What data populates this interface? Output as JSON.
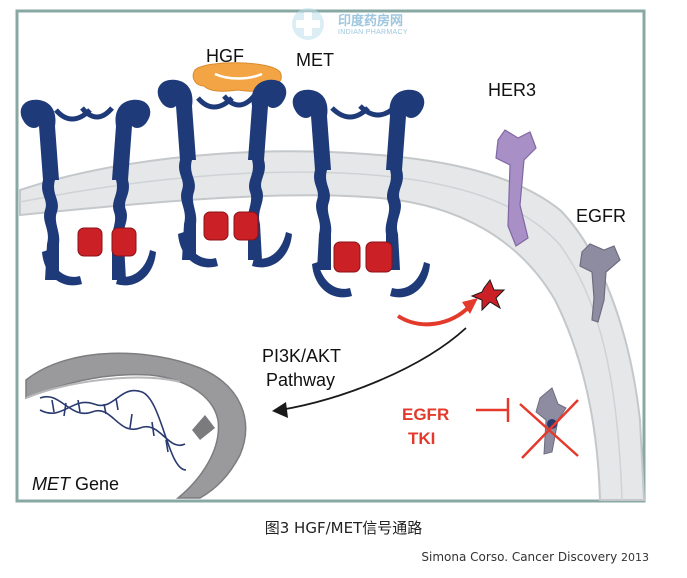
{
  "labels": {
    "hgf": "HGF",
    "met": "MET",
    "her3": "HER3",
    "egfr": "EGFR",
    "pathway_line1": "PI3K/AKT",
    "pathway_line2": "Pathway",
    "tki_line1": "EGFR",
    "tki_line2": "TKI",
    "met_gene_italic": "MET",
    "met_gene_rest": " Gene"
  },
  "caption": "图3 HGF/MET信号通路",
  "citation_name": "Simona Corso. Cancer Discovery ",
  "citation_year": "2013",
  "watermark": {
    "chinese": "印度药房网",
    "english": "INDIAN PHARMACY"
  },
  "colors": {
    "receptor_navy": "#1e3a78",
    "kinase_red": "#cc2027",
    "hgf_orange": "#f3a545",
    "her3_purple": "#a88fc6",
    "egfr_gray": "#8e8ca0",
    "membrane_fill": "#e5e7e8",
    "nucleus_gray": "#9a9a9c",
    "arrow_red": "#e33a2c",
    "frame_teal": "#8aa8a3"
  }
}
